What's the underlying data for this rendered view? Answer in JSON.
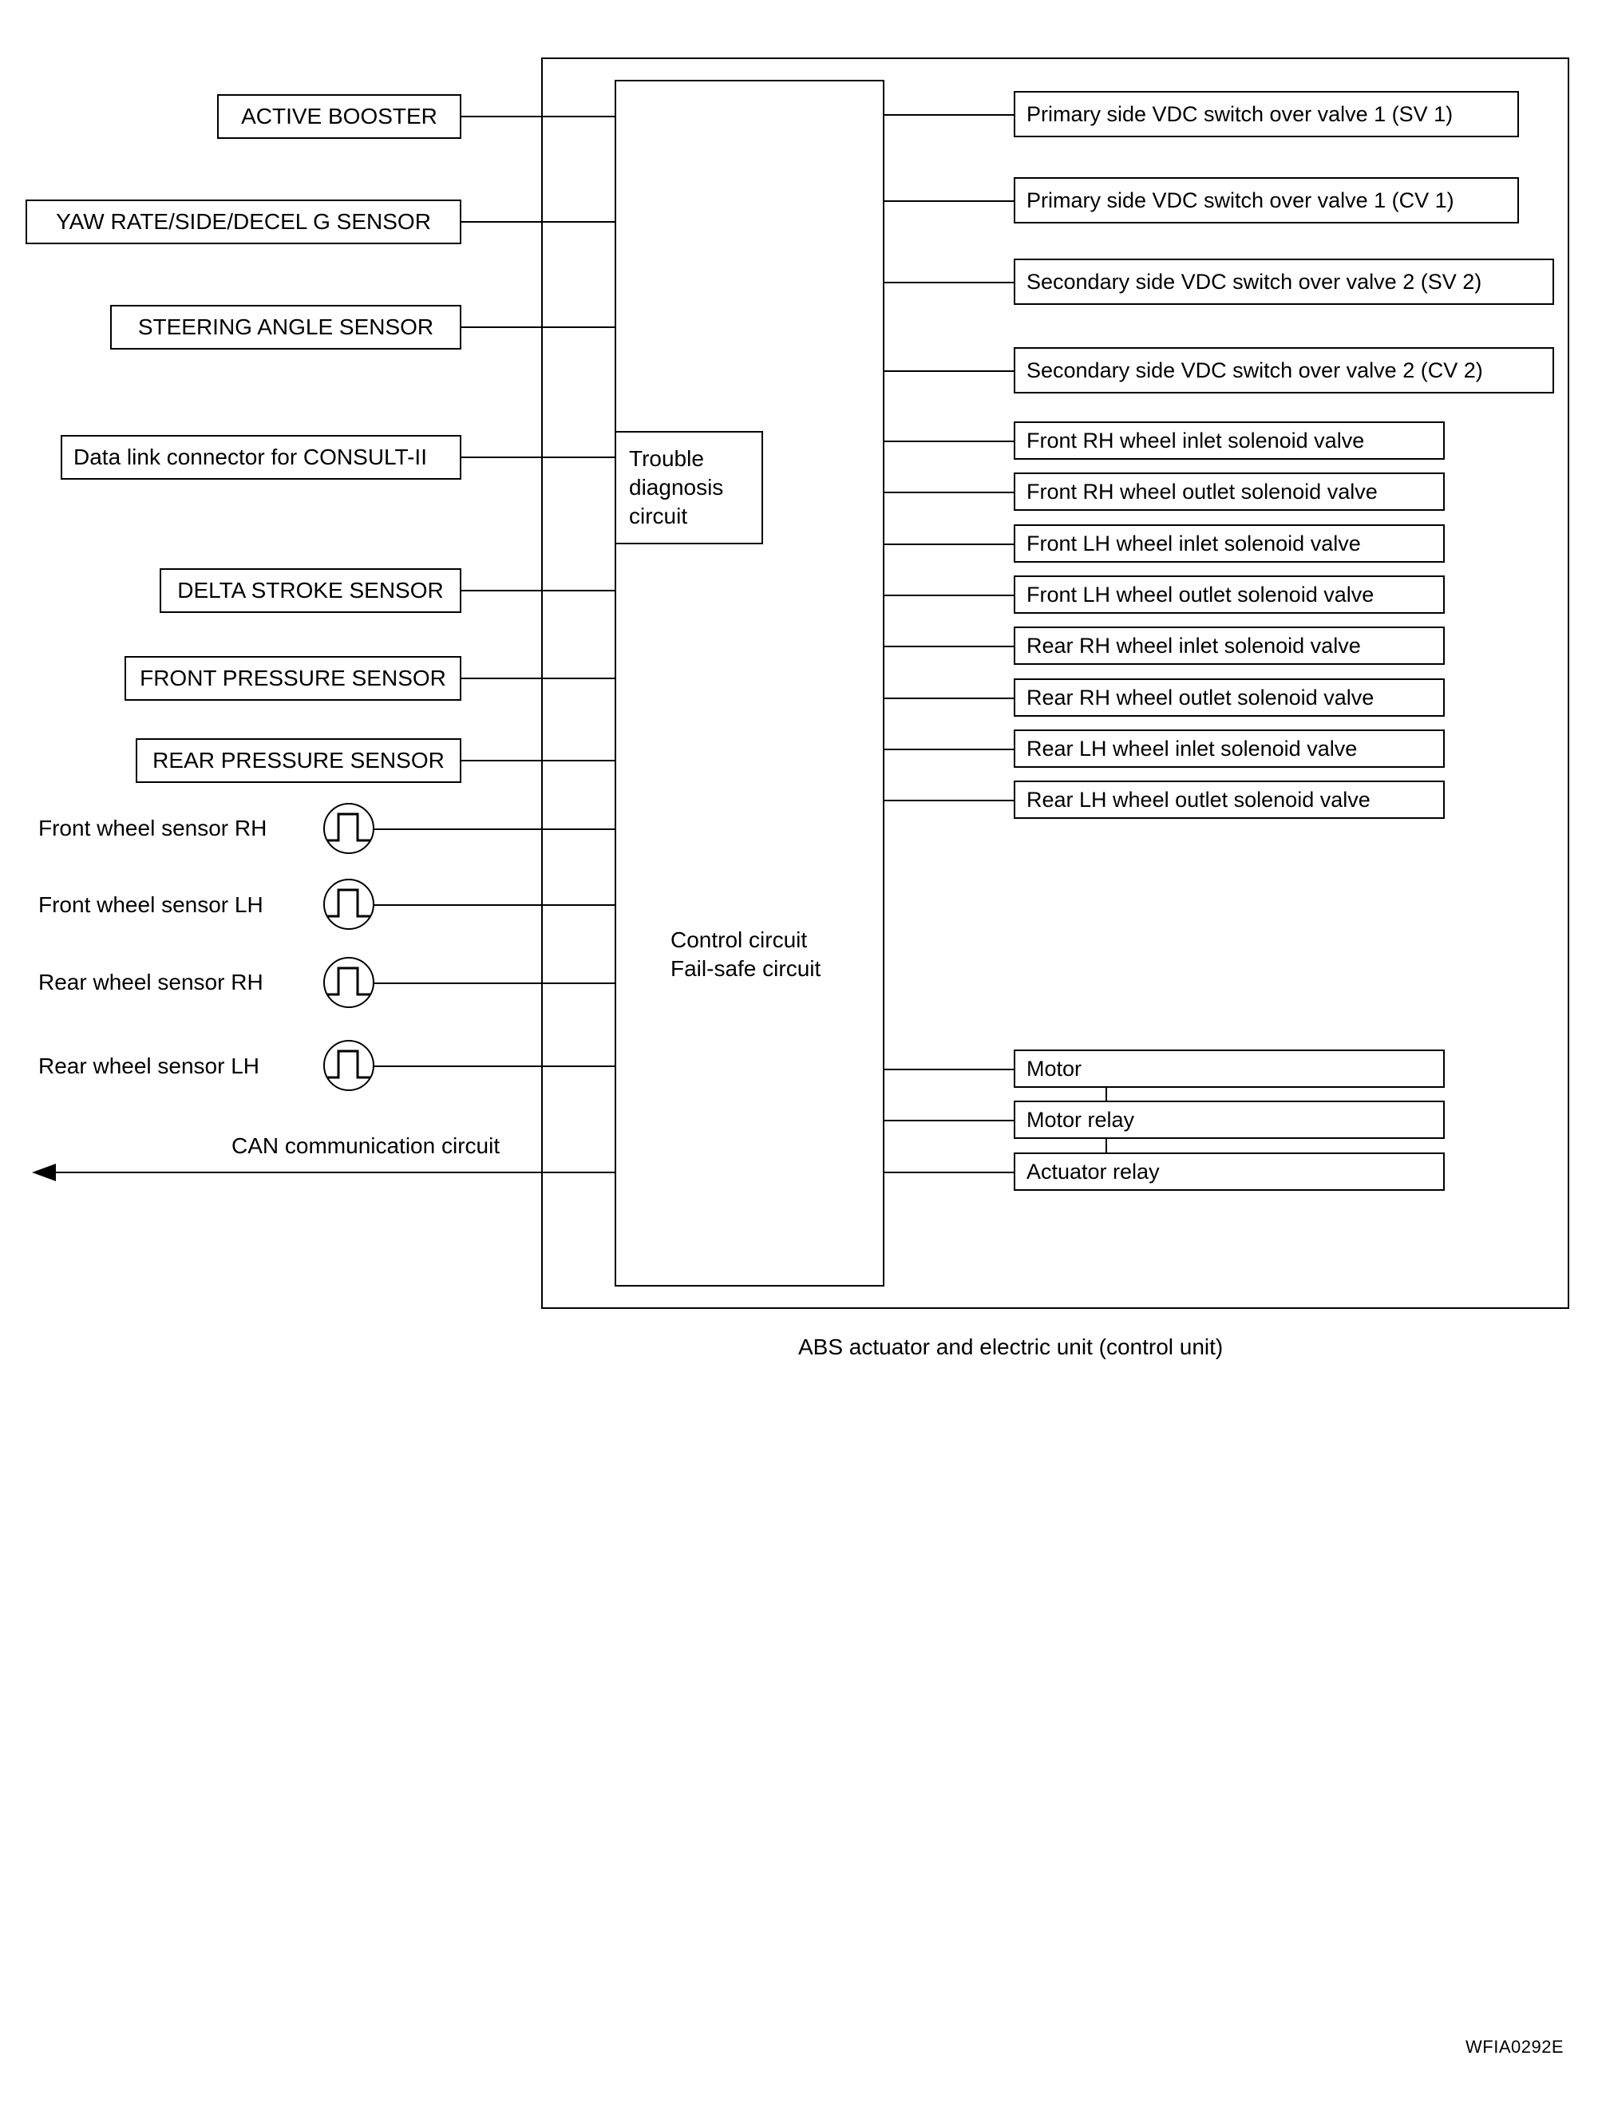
{
  "diagram": {
    "figure_code": "WFIA0292E",
    "caption": "ABS actuator and electric unit (control unit)",
    "control_unit": {
      "trouble_diagnosis_label": "Trouble\ndiagnosis\ncircuit",
      "control_circuit_label": "Control circuit\nFail-safe circuit"
    },
    "inputs": [
      {
        "label": "ACTIVE BOOSTER",
        "style": "boxed"
      },
      {
        "label": "YAW RATE/SIDE/DECEL G SENSOR",
        "style": "boxed"
      },
      {
        "label": "STEERING ANGLE SENSOR",
        "style": "boxed"
      },
      {
        "label": "Data link connector for CONSULT-II",
        "style": "boxed"
      },
      {
        "label": "DELTA STROKE SENSOR",
        "style": "boxed"
      },
      {
        "label": "FRONT PRESSURE SENSOR",
        "style": "boxed"
      },
      {
        "label": "REAR PRESSURE SENSOR",
        "style": "boxed"
      }
    ],
    "wheel_sensors": [
      {
        "label": "Front  wheel sensor RH",
        "symbol": "pulse-waveform-icon"
      },
      {
        "label": "Front wheel sensor LH",
        "symbol": "pulse-waveform-icon"
      },
      {
        "label": "Rear  wheel sensor RH",
        "symbol": "pulse-waveform-icon"
      },
      {
        "label": "Rear wheel sensor  LH",
        "symbol": "pulse-waveform-icon"
      }
    ],
    "can_circuit": {
      "label": "CAN communication circuit"
    },
    "vdc_valves": [
      {
        "label": "Primary side VDC switch over valve 1 (SV 1)"
      },
      {
        "label": "Primary side VDC switch over valve 1 (CV 1)"
      },
      {
        "label": "Secondary side VDC switch over valve 2 (SV 2)"
      },
      {
        "label": "Secondary side VDC switch over valve 2 (CV 2)"
      }
    ],
    "solenoid_valves": [
      {
        "label": "Front RH wheel inlet solenoid valve"
      },
      {
        "label": "Front RH wheel outlet solenoid valve"
      },
      {
        "label": "Front LH wheel inlet solenoid valve"
      },
      {
        "label": "Front LH wheel outlet solenoid valve"
      },
      {
        "label": "Rear RH wheel inlet solenoid valve"
      },
      {
        "label": "Rear RH wheel outlet solenoid valve"
      },
      {
        "label": "Rear LH wheel inlet solenoid valve"
      },
      {
        "label": "Rear LH wheel outlet solenoid valve"
      }
    ],
    "actuators": [
      {
        "label": "Motor"
      },
      {
        "label": "Motor relay"
      },
      {
        "label": "Actuator relay"
      }
    ]
  }
}
